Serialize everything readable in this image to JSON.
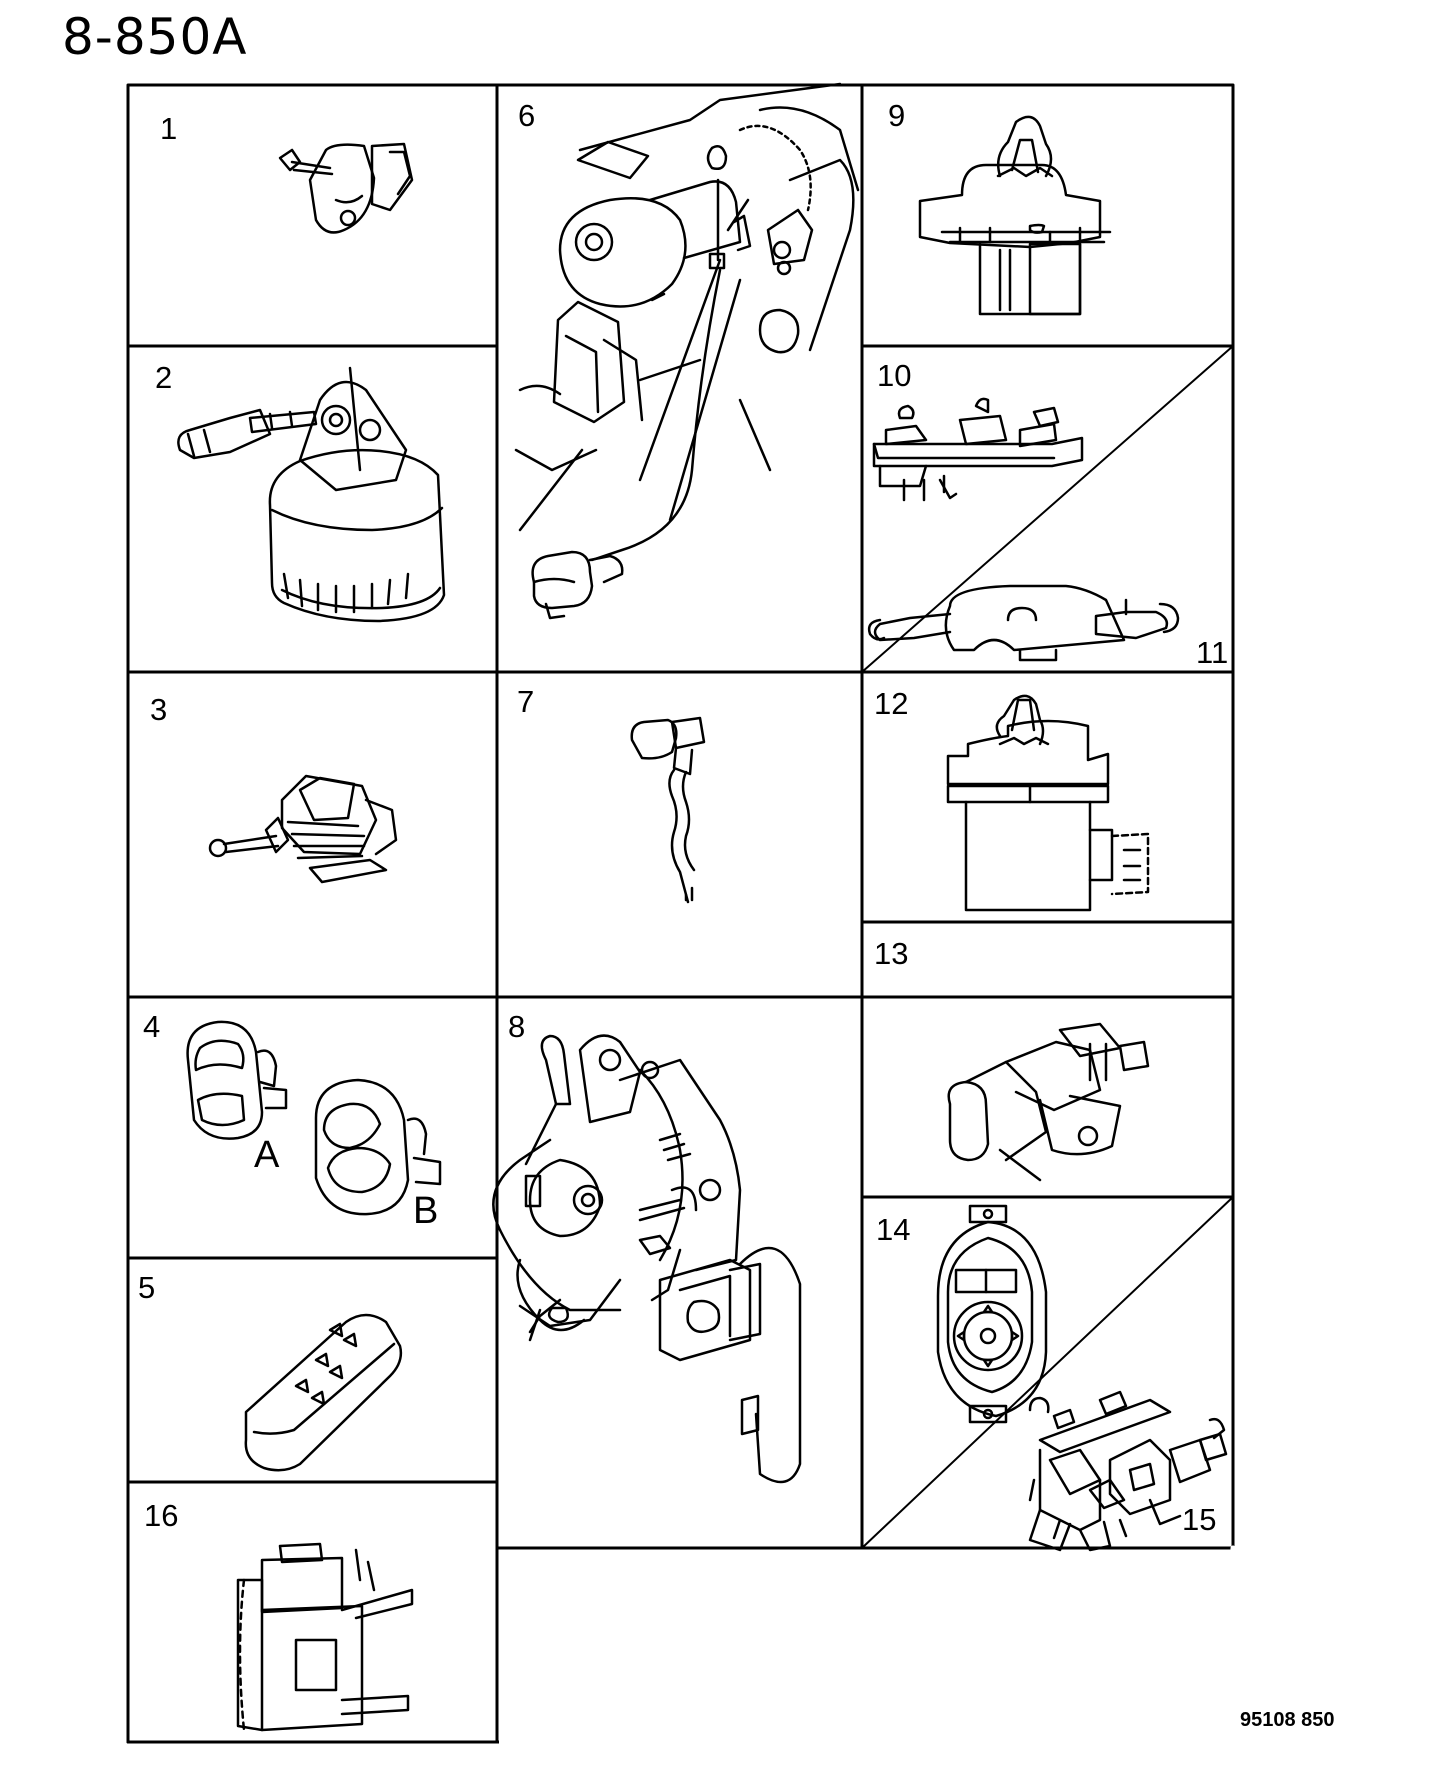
{
  "title": "8-850A",
  "diagram_code": "95108 850",
  "callouts": {
    "c1": "1",
    "c2": "2",
    "c3": "3",
    "c4": "4",
    "c5": "5",
    "c6": "6",
    "c7": "7",
    "c8": "8",
    "c9": "9",
    "c10": "10",
    "c11": "11",
    "c12": "12",
    "c13": "13",
    "c14": "14",
    "c15": "15",
    "c16": "16"
  },
  "variants": {
    "a": "A",
    "b": "B"
  }
}
